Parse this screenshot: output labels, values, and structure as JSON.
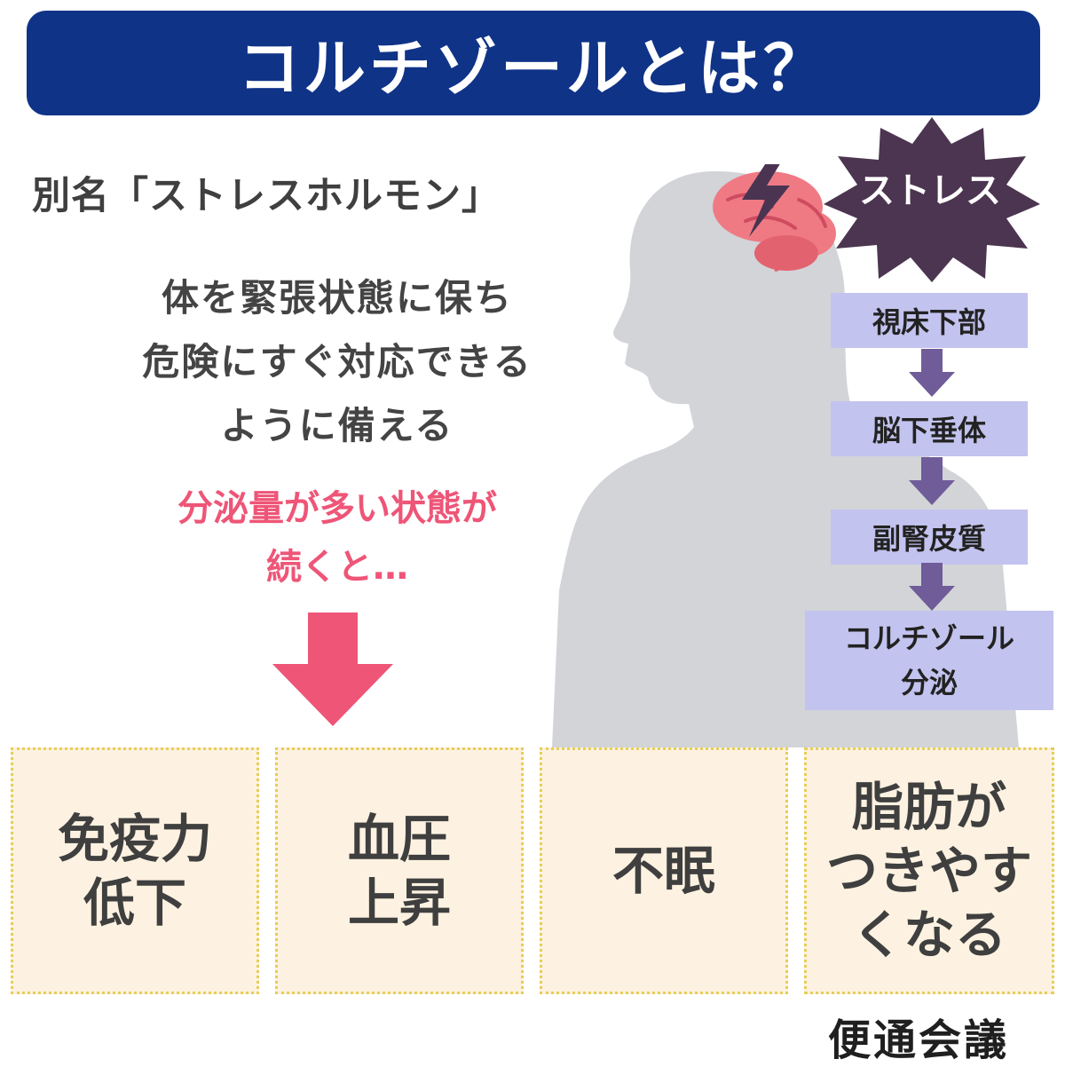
{
  "header": {
    "title": "コルチゾールとは？"
  },
  "intro": {
    "alias": "別名「ストレスホルモン」",
    "description_lines": [
      "体を緊張状態に保ち",
      "危険にすぐ対応できる",
      "ように備える"
    ],
    "warning_lines": [
      "分泌量が多い状態が",
      "続くと…"
    ]
  },
  "diagram": {
    "stress_label": "ストレス",
    "flow": [
      {
        "lines": [
          "視床下部"
        ]
      },
      {
        "lines": [
          "脳下垂体"
        ]
      },
      {
        "lines": [
          "副腎皮質"
        ]
      },
      {
        "lines": [
          "コルチゾール",
          "分泌"
        ]
      }
    ]
  },
  "effects": [
    {
      "lines": [
        "免疫力",
        "低下"
      ]
    },
    {
      "lines": [
        "血圧",
        "上昇"
      ]
    },
    {
      "lines": [
        "不眠"
      ]
    },
    {
      "lines": [
        "脂肪が",
        "つきやす",
        "くなる"
      ]
    }
  ],
  "footer": {
    "brand": "便通会議"
  },
  "colors": {
    "title_bg": "#0f3387",
    "warning": "#ee5577",
    "flow_box": "#c3c3ef",
    "flow_arrow": "#6f5c99",
    "effect_bg": "#fdf2e1",
    "effect_border": "#e8cd55",
    "silhouette": "#d2d4d8",
    "brain": "#f07a84",
    "stress_burst": "#4c3550"
  },
  "icons": [
    "brain-icon",
    "lightning-icon",
    "stress-burst-icon",
    "person-silhouette-icon",
    "down-arrow-icon"
  ]
}
